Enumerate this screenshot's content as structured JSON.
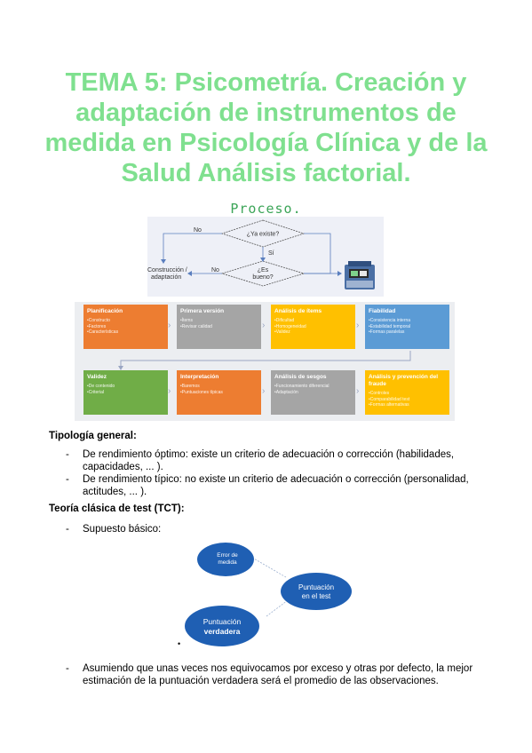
{
  "title_lines": [
    "TEMA 5: Psicometría. Creación y",
    "adaptación de instrumentos de",
    "medida en Psicología Clínica y de la",
    "Salud Análisis factorial."
  ],
  "proceso": {
    "title": "Proceso.",
    "no_top": "No",
    "q1": "¿Ya existe?",
    "si": "Sí",
    "construccion": "Construcción /",
    "adaptacion": "adaptación",
    "no_left": "No",
    "q2_line1": "¿Es",
    "q2_line2": "bueno?"
  },
  "stages": [
    {
      "name": "Planificación",
      "items": "•Constructo\n•Factores\n•Características",
      "color": "#ed7d31"
    },
    {
      "name": "Primera versión",
      "items": "•Ítems\n•Revisar calidad",
      "color": "#a5a5a5"
    },
    {
      "name": "Análisis de ítems",
      "items": "•Dificultad\n•Homogeneidad\n•Validez",
      "color": "#ffc000"
    },
    {
      "name": "Fiabilidad",
      "items": "•Consistencia interna\n•Estabilidad temporal\n•Formas paralelas",
      "color": "#5b9bd5"
    },
    {
      "name": "Validez",
      "items": "•De contenido\n•Criterial",
      "color": "#70ad47"
    },
    {
      "name": "Interpretación",
      "items": "•Baremos\n•Puntuaciones típicas",
      "color": "#ed7d31"
    },
    {
      "name": "Análisis de sesgos",
      "items": "•Funcionamiento diferencial\n•Adaptación",
      "color": "#a5a5a5"
    },
    {
      "name": "Análisis y prevención del fraude",
      "items": "•Controles\n•Comparabilidad test\n•Formas alternativas",
      "color": "#ffc000"
    }
  ],
  "tipologia": {
    "heading": "Tipología general:",
    "items": [
      {
        "dash": "-",
        "line1": "De rendimiento óptimo: existe un criterio de adecuación o corrección (habilidades,",
        "line2": "capacidades, ... )."
      },
      {
        "dash": "-",
        "line1": "De rendimiento típico: no existe un criterio de adecuación o corrección (personalidad,",
        "line2": "actitudes, ... )."
      }
    ]
  },
  "tct": {
    "heading": "Teoría clásica de test (TCT):",
    "supuesto": "Supuesto básico:",
    "dash": "-",
    "error_l1": "Error de",
    "error_l2": "medida",
    "puntuacion_test_l1": "Puntuación",
    "puntuacion_test_l2": "en el test",
    "verdadera_l1": "Puntuación",
    "verdadera_l2": "verdadera",
    "dot": "•",
    "conclusion_dash": "-",
    "conclusion_l1": "Asumiendo que unas veces nos equivocamos por exceso y otras por defecto, la mejor",
    "conclusion_l2": "estimación de la puntuación verdadera será el promedio de las observaciones."
  }
}
